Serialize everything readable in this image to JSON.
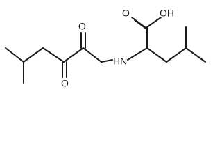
{
  "molecule": {
    "labels": {
      "hydroxyl": "OH",
      "carboxyl_oxygen": "O",
      "amide_oxygen": "O",
      "keto_oxygen": "O",
      "amide_nitrogen": "HN"
    }
  },
  "colors": {
    "bond": "#1a1a1a",
    "background": "#ffffff"
  }
}
